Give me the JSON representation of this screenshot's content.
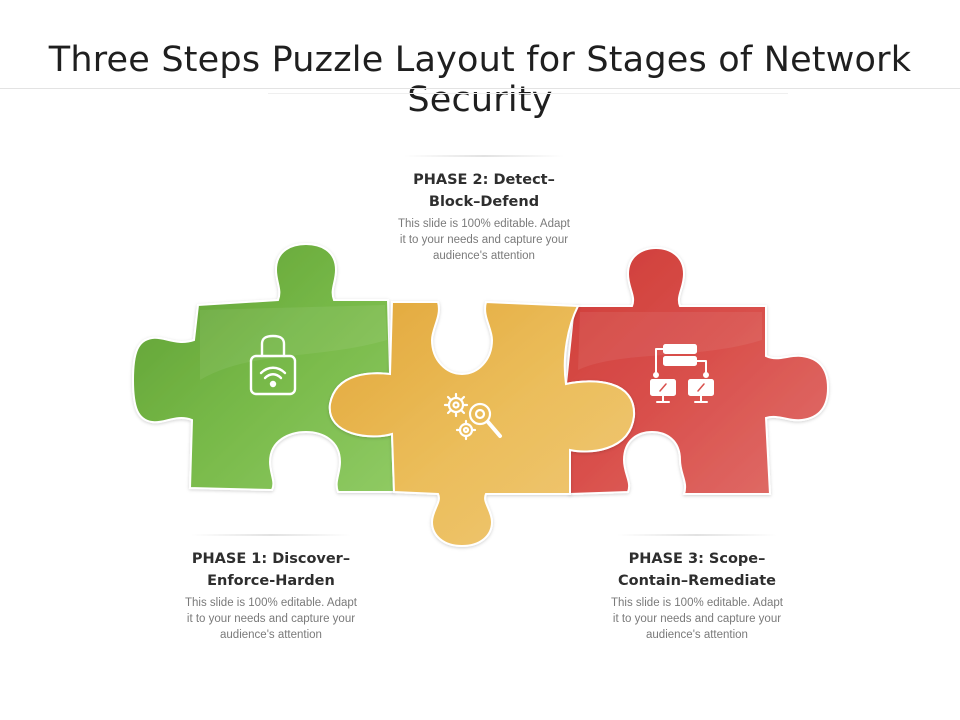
{
  "title": "Three Steps Puzzle Layout for Stages of Network Security",
  "colors": {
    "green": "#6fb43f",
    "yellow": "#e7b44a",
    "red": "#d9504c"
  },
  "phases": [
    {
      "heading_line1": "PHASE 1: Discover–",
      "heading_line2": "Enforce-Harden",
      "desc_line1": "This slide is 100% editable. Adapt",
      "desc_line2": "it to your needs and capture your",
      "desc_line3": "audience's attention",
      "icon": "wifi-lock-icon"
    },
    {
      "heading_line1": "PHASE 2: Detect–",
      "heading_line2": "Block–Defend",
      "desc_line1": "This slide is 100% editable. Adapt",
      "desc_line2": "it to your needs and capture your",
      "desc_line3": "audience's attention",
      "icon": "gears-magnifier-icon"
    },
    {
      "heading_line1": "PHASE 3: Scope–",
      "heading_line2": "Contain–Remediate",
      "desc_line1": "This slide is 100% editable. Adapt",
      "desc_line2": "it to your needs and capture your",
      "desc_line3": "audience's attention",
      "icon": "network-servers-icon"
    }
  ]
}
